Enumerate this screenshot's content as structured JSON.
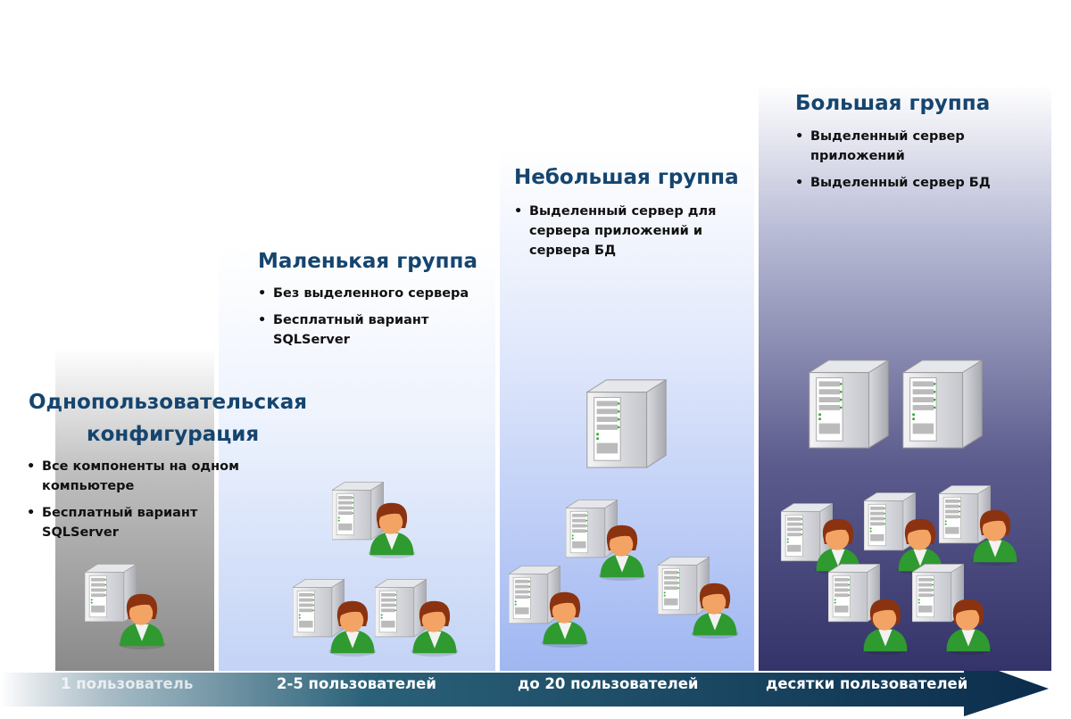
{
  "columns": [
    {
      "title1": "Однопользовательская",
      "title2": "конфигурация",
      "bullets": [
        "Все компоненты на одном компьютере",
        "Бесплатный вариант SQLServer"
      ]
    },
    {
      "title": "Маленькая группа",
      "bullets": [
        "Без выделенного сервера",
        "Бесплатный вариант SQLServer"
      ]
    },
    {
      "title": "Небольшая группа",
      "bullets": [
        "Выделенный сервер для сервера приложений и сервера БД"
      ]
    },
    {
      "title": "Большая группа",
      "bullets": [
        "Выделенный сервер приложений",
        "Выделенный сервер БД"
      ]
    }
  ],
  "axis": {
    "labels": [
      "1 пользователь",
      "2-5 пользователей",
      "до 20 пользователей",
      "десятки пользователей"
    ]
  },
  "colors": {
    "title": "#15456f",
    "arrow": "#0e3a5a"
  }
}
